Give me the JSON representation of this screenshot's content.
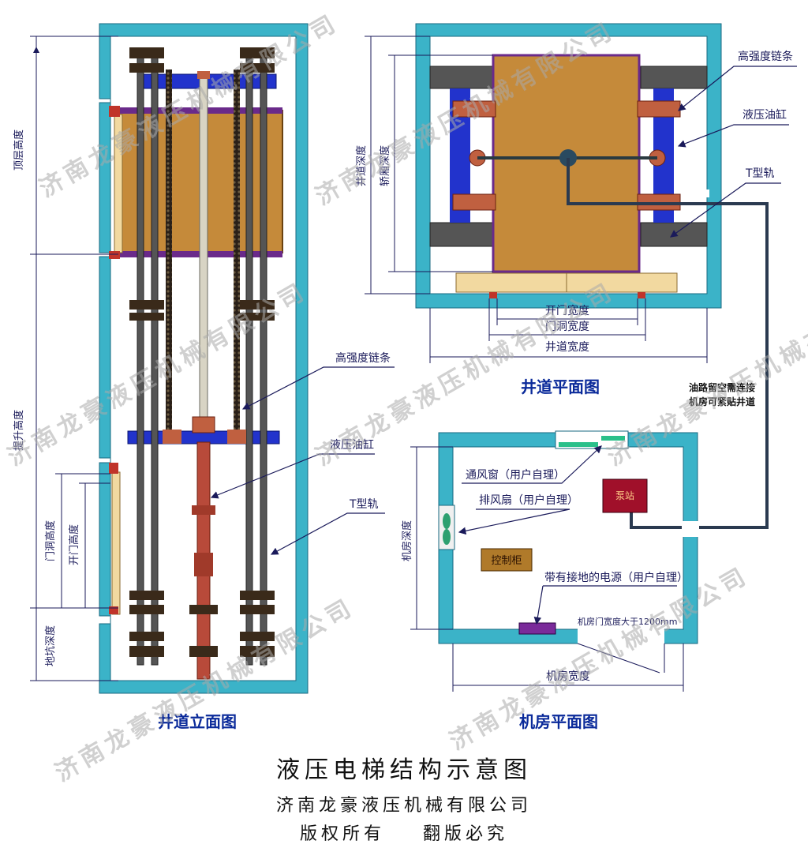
{
  "elevation": {
    "title": "井道立面图",
    "dims": {
      "top_floor_height": "顶层高度",
      "travel_height": "提升高度",
      "door_opening_height": "门洞高度",
      "door_height": "开门高度",
      "pit_depth": "地坑深度"
    },
    "callouts": {
      "chain": "高强度链条",
      "cylinder": "液压油缸",
      "rail": "T型轨"
    }
  },
  "plan": {
    "title": "井道平面图",
    "dims": {
      "shaft_depth": "井道深度",
      "car_depth": "轿厢深度",
      "door_width": "开门宽度",
      "door_opening_width": "门洞宽度",
      "shaft_width": "井道宽度"
    },
    "callouts": {
      "chain": "高强度链条",
      "cylinder": "液压油缸",
      "rail": "T型轨"
    },
    "note_line1": "油路留空需连接",
    "note_line2": "机房可紧贴井道"
  },
  "machine_room": {
    "title": "机房平面图",
    "depth": "机房深度",
    "width": "机房宽度",
    "vent_window": "通风窗（用户自理）",
    "exhaust_fan": "排风扇（用户自理）",
    "pump_station": "泵站",
    "control_cabinet": "控制柜",
    "power_supply": "带有接地的电源（用户自理）",
    "door_note": "机房门宽度大于1200mm"
  },
  "footer": {
    "main_title": "液压电梯结构示意图",
    "company": "济南龙豪液压机械有限公司",
    "copyright": "版权所有    翻版必究"
  },
  "watermark": "济南龙豪液压机械有限公司",
  "colors": {
    "wall": "#3bb3c8",
    "car": "#c58a3a",
    "rail_blue": "#2233cc",
    "cylinder": "#b84a3a",
    "dim_line": "#1a1a5a",
    "pump": "#a0102a",
    "cabinet": "#b07a2a"
  }
}
